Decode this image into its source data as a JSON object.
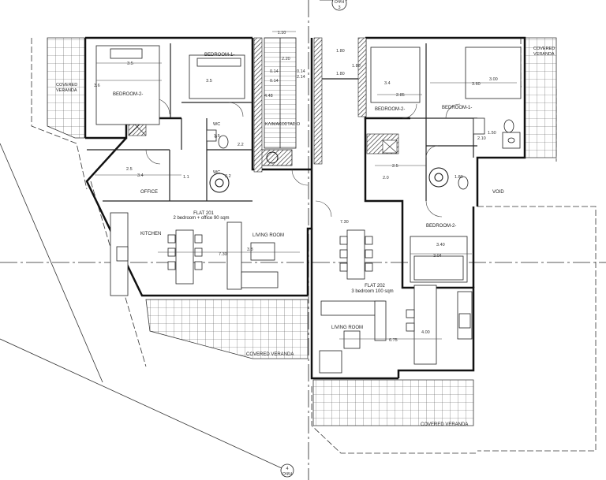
{
  "markers": {
    "top": "ΟΨΗ",
    "top_num": "3",
    "bottom": "ΟΨΗ",
    "bottom_num": "4"
  },
  "rooms": {
    "bedroom1_left": "BEDROOM-1-",
    "bedroom2_left": "BEDROOM-2-",
    "covered_veranda_left": "COVERED\nVERANDA",
    "office": "OFFICE",
    "kitchen": "KITCHEN",
    "flat201_title": "FLAT 201",
    "flat201_sub": "2 bedroom + office 90 sqm",
    "living_left": "LIVING ROOM",
    "covered_veranda_bottom_left": "COVERED VERANDA",
    "wc_top": "WC",
    "wc_left": "WC",
    "stair": "ΚΛΙΜΑΚΟΣΤΑΣΙΟ",
    "bedroom2_right": "BEDROOM-2-",
    "bedroom1_right": "BEDROOM-1-",
    "covered_veranda_right": "COVERED\nVERANDA",
    "void": "VOID",
    "bedroom2_mid": "BEDROOM-2-",
    "flat202_title": "FLAT 202",
    "flat202_sub": "3 bedroom 100 sqm",
    "living_right": "LIVING ROOM",
    "covered_veranda_bottom_right": "COVERED VERANDA"
  },
  "dims": {
    "d_1_10": "1.10",
    "d_3_5_a": "3.5",
    "d_3_5_b": "3.5",
    "d_3_6": "3.6",
    "d_2_20": "2.20",
    "d_0_14_a": "0.14",
    "d_0_14_b": "0.14",
    "d_0_14_c": "0.14",
    "d_2_14": "2.14",
    "d_4_48": "4.48",
    "d_1_80_a": "1.80",
    "d_1_80_b": "1.80",
    "d_1_80_c": "1.80",
    "d_3_4": "3.4",
    "d_3_60": "3.60",
    "d_3_00": "3.00",
    "d_2_85": "2.85",
    "d_2_2_a": "2.2",
    "d_2_2_b": "2.2",
    "d_1_5": "1.5",
    "d_2_5_a": "2.5",
    "d_3_4_b": "3.4",
    "d_1_1": "1.1",
    "d_2_5_b": "2.5",
    "d_2_0": "2.0",
    "d_1_50": "1.50",
    "d_2_10": "2.10",
    "d_1_80_d": "1.80",
    "d_7_30": "7.30",
    "d_3_8": "3.8",
    "d_7_30_b": "7.30",
    "d_3_40": "3.40",
    "d_3_04": "3.04",
    "d_6_75": "6.75",
    "d_4_00": "4.00",
    "d_3": "3"
  }
}
